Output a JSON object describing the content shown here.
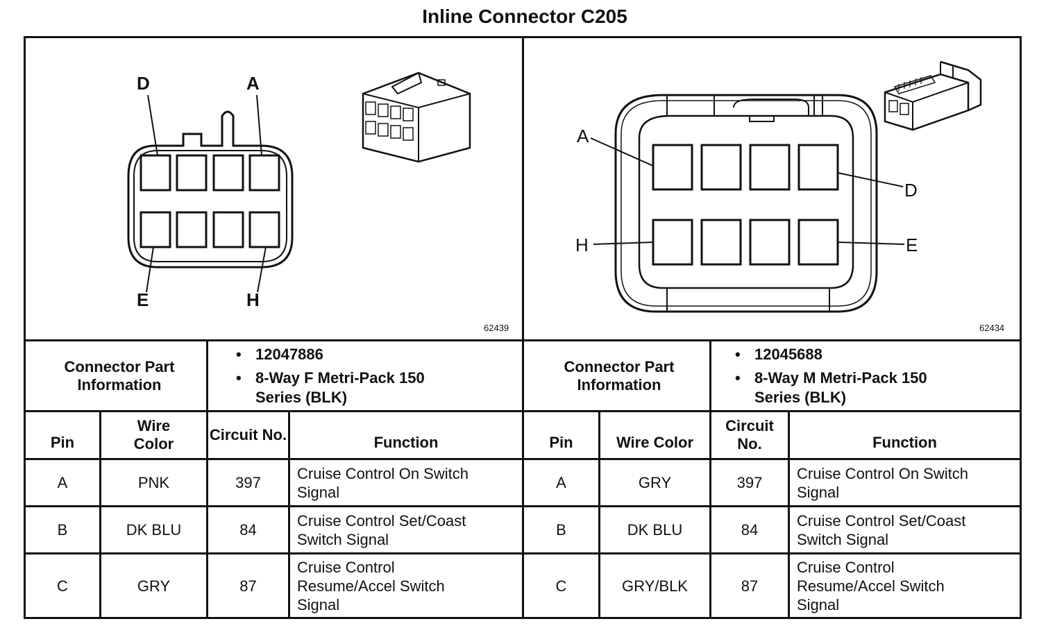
{
  "title": "Inline Connector C205",
  "left_connector": {
    "pin_labels": {
      "top_left": "D",
      "top_right": "A",
      "bottom_left": "E",
      "bottom_right": "H"
    },
    "figure_id": "62439",
    "info_label": "Connector Part Information",
    "part_info": [
      "12047886",
      "8-Way F Metri-Pack 150 Series (BLK)"
    ],
    "headers": {
      "pin": "Pin",
      "wire_color": "Wire Color",
      "circuit": "Circuit No.",
      "function": "Function"
    },
    "rows": [
      {
        "pin": "A",
        "wire_color": "PNK",
        "circuit": "397",
        "function": "Cruise Control On Switch Signal"
      },
      {
        "pin": "B",
        "wire_color": "DK BLU",
        "circuit": "84",
        "function": "Cruise Control Set/Coast Switch Signal"
      },
      {
        "pin": "C",
        "wire_color": "GRY",
        "circuit": "87",
        "function": "Cruise Control Resume/Accel Switch Signal"
      }
    ]
  },
  "right_connector": {
    "pin_labels": {
      "top_left": "A",
      "top_right": "D",
      "bottom_left": "H",
      "bottom_right": "E"
    },
    "figure_id": "62434",
    "info_label": "Connector Part Information",
    "part_info": [
      "12045688",
      "8-Way M Metri-Pack 150 Series (BLK)"
    ],
    "headers": {
      "pin": "Pin",
      "wire_color": "Wire Color",
      "circuit": "Circuit No.",
      "function": "Function"
    },
    "rows": [
      {
        "pin": "A",
        "wire_color": "GRY",
        "circuit": "397",
        "function": "Cruise Control On Switch Signal"
      },
      {
        "pin": "B",
        "wire_color": "DK BLU",
        "circuit": "84",
        "function": "Cruise Control Set/Coast Switch Signal"
      },
      {
        "pin": "C",
        "wire_color": "GRY/BLK",
        "circuit": "87",
        "function": "Cruise Control Resume/Accel Switch Signal"
      }
    ]
  }
}
